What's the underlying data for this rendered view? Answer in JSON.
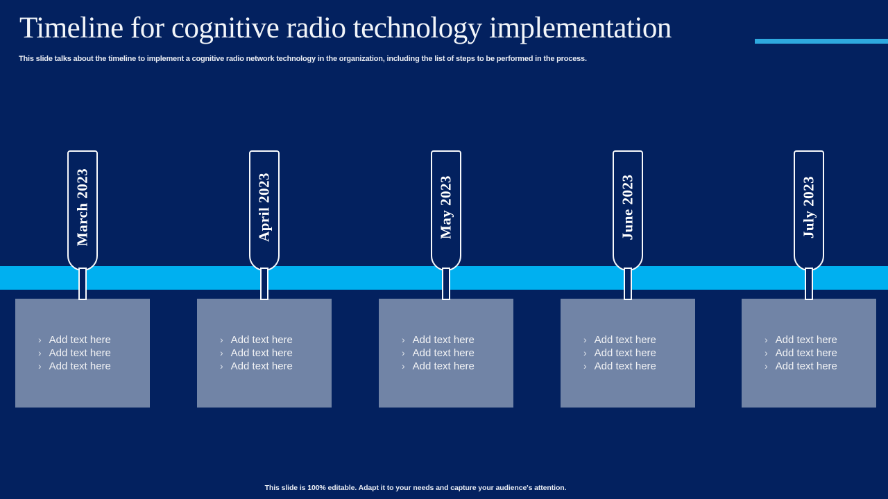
{
  "slide": {
    "title": "Timeline for cognitive radio technology implementation",
    "subtitle": "This slide talks about the timeline to implement a cognitive radio network technology in the organization, including the list of steps to be performed in the process.",
    "footer": "This slide is 100% editable. Adapt it to your needs and capture your audience's attention."
  },
  "colors": {
    "background": "#03215F",
    "timeline_band": "#00B0F0",
    "title_accent_line": "#2EA9DF",
    "text_box": "#7184A6",
    "marker_border": "#F8F9FB",
    "text": "#FFFFFF"
  },
  "ui": {
    "bullet_glyph": "›"
  },
  "timeline": {
    "items": [
      {
        "month": "March 2023",
        "bullets": [
          "Add text here",
          "Add text here",
          "Add text here"
        ]
      },
      {
        "month": "April 2023",
        "bullets": [
          "Add text here",
          "Add text here",
          "Add text here"
        ]
      },
      {
        "month": "May 2023",
        "bullets": [
          "Add text here",
          "Add text here",
          "Add text here"
        ]
      },
      {
        "month": "June 2023",
        "bullets": [
          "Add text here",
          "Add text here",
          "Add text here"
        ]
      },
      {
        "month": "July 2023",
        "bullets": [
          "Add text here",
          "Add text here",
          "Add text here"
        ]
      }
    ]
  }
}
